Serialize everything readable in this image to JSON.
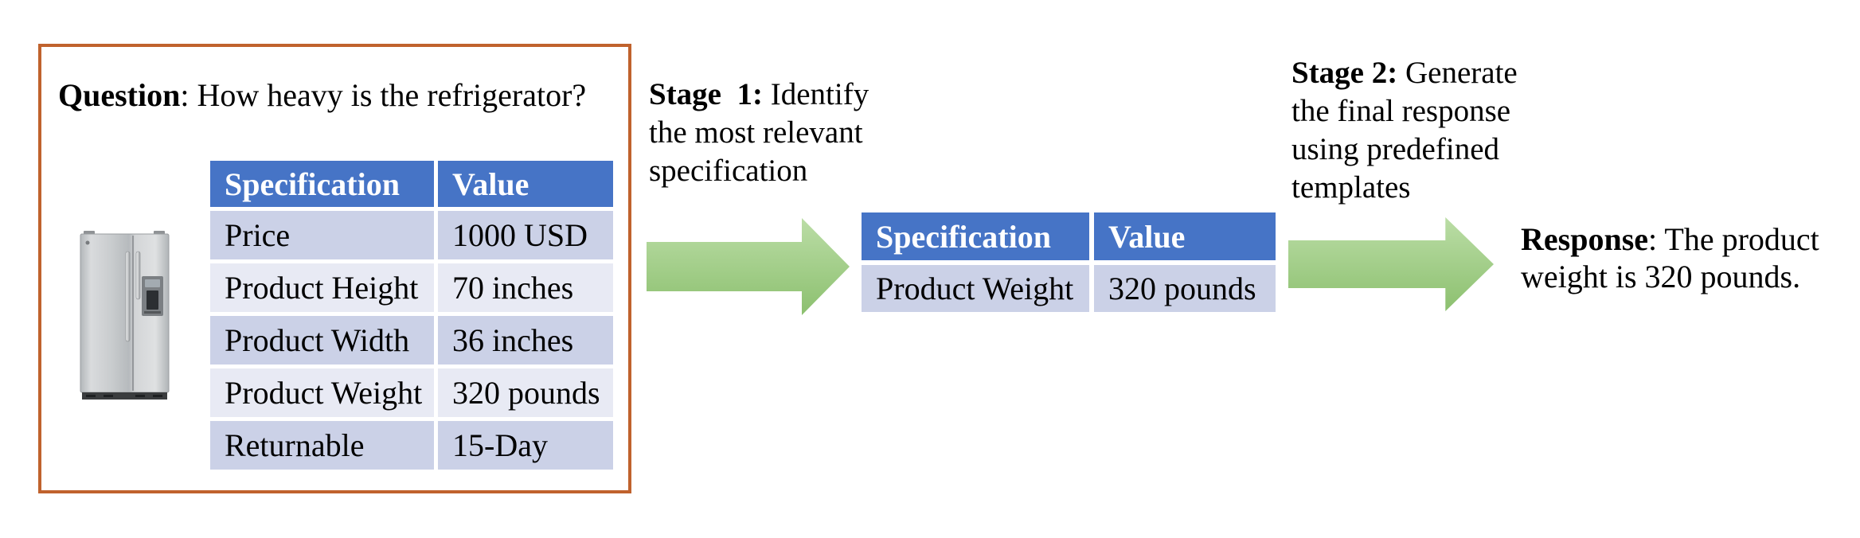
{
  "colors": {
    "box_border": "#C0622D",
    "header_bg": "#4674C6",
    "header_text": "#FFFFFF",
    "row_dark": "#CBD1E7",
    "row_light": "#E8EAF4",
    "arrow_top": "#BBDDA6",
    "arrow_bottom": "#8CC06F",
    "text": "#000000"
  },
  "question": {
    "bold": "Question",
    "rest": ": How heavy is the refrigerator?"
  },
  "refrigerator_image": "side-by-side stainless steel refrigerator product photo",
  "spec_table": {
    "headers": [
      "Specification",
      "Value"
    ],
    "rows": [
      [
        "Price",
        "1000 USD"
      ],
      [
        "Product Height",
        "70 inches"
      ],
      [
        "Product Width",
        "36 inches"
      ],
      [
        "Product Weight",
        "320 pounds"
      ],
      [
        "Returnable",
        "15-Day"
      ]
    ]
  },
  "stage1": {
    "bold": "Stage  1:",
    "rest": " Identify",
    "lines": [
      "the most relevant",
      "specification"
    ]
  },
  "filtered_table": {
    "headers": [
      "Specification",
      "Value"
    ],
    "rows": [
      [
        "Product Weight",
        "320 pounds"
      ]
    ]
  },
  "stage2": {
    "bold": "Stage 2:",
    "rest": " Generate",
    "lines": [
      "the final response",
      "using predefined",
      "templates"
    ]
  },
  "response": {
    "bold": "Response",
    "rest": ": The product",
    "lines": [
      "weight is 320 pounds."
    ]
  }
}
